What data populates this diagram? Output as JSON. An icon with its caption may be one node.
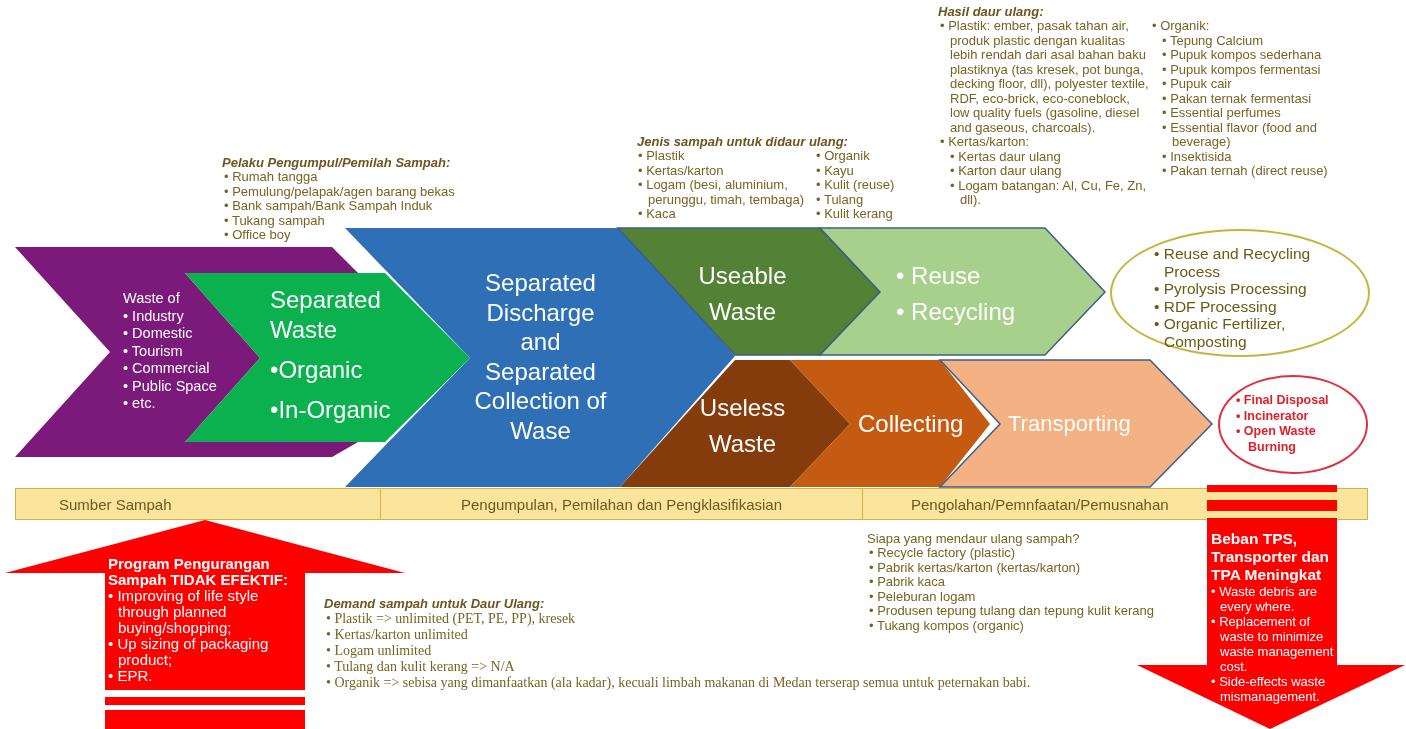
{
  "diagram": {
    "nodes": [
      {
        "text": [
          "Waste of",
          "• Industry",
          "• Domestic",
          "• Tourism",
          "• Commercial",
          "• Public Space",
          "• etc."
        ]
      },
      {
        "text": [
          "Separated Waste",
          "•Organic",
          "•In-Organic"
        ]
      },
      {
        "text": [
          "Separated Discharge and Separated Collection of Wase"
        ]
      },
      {
        "text": [
          "Useable Waste"
        ]
      },
      {
        "text": [
          "• Reuse",
          "• Recycling"
        ]
      },
      {
        "text": [
          "• Reuse and Recycling Process",
          "• Pyrolysis Processing",
          "• RDF Processing",
          "• Organic Fertilizer, Composting"
        ]
      },
      {
        "text": [
          "Useless Waste"
        ]
      },
      {
        "text": [
          "Collecting"
        ]
      },
      {
        "text": [
          "Transporting"
        ]
      },
      {
        "text": [
          "• Final Disposal",
          "• Incinerator",
          "• Open Waste Burning"
        ]
      },
      {
        "text": [
          "Program Pengurangan Sampah TIDAK EFEKTIF:",
          "• Improving of life style through planned buying/shopping;",
          "• Up sizing of packaging product;",
          "• EPR."
        ]
      },
      {
        "text": [
          "Beban TPS, Transporter dan TPA Meningkat",
          "• Waste debris are every where.",
          "• Replacement of waste to minimize waste management cost.",
          "• Side-effects waste mismanagement."
        ]
      }
    ],
    "labels": [
      "Pelaku Pengumpul/Pemilah Sampah:",
      "• Rumah tangga",
      "• Pemulung/pelapak/agen barang bekas",
      "• Bank sampah/Bank Sampah Induk",
      "• Tukang sampah",
      "• Office boy",
      "Jenis sampah untuk didaur ulang:",
      "• Plastik",
      "• Kertas/karton",
      "• Logam (besi, aluminium, perunggu, timah, tembaga)",
      "• Kaca",
      "• Organik",
      "• Kayu",
      "• Kulit (reuse)",
      "• Tulang",
      "• Kulit kerang",
      "Hasil daur ulang:",
      "• Plastik: ember, pasak tahan air, produk plastic dengan kualitas lebih rendah dari asal bahan baku plastiknya (tas kresek, pot bunga, decking floor, dll), polyester textile, RDF, eco-brick, eco-coneblock, low quality fuels (gasoline, diesel and gaseous, charcoals).",
      "• Kertas/karton:",
      "• Kertas daur ulang",
      "• Karton daur ulang",
      "• Logam batangan: Al, Cu, Fe, Zn, dll).",
      "• Organik:",
      "• Tepung Calcium",
      "• Pupuk kompos sederhana",
      "• Pupuk kompos fermentasi",
      "• Pupuk cair",
      "• Pakan ternak fermentasi",
      "• Essential perfumes",
      "• Essential flavor (food and beverage)",
      "• Insektisida",
      "• Pakan ternah (direct reuse)",
      "Sumber Sampah",
      "Pengumpulan, Pemilahan dan Pengklasifikasian",
      "Pengolahan/Pemnfaatan/Pemusnahan",
      "Siapa yang mendaur ulang sampah?",
      "• Recycle factory (plastic)",
      "• Pabrik kertas/karton (kertas/karton)",
      "• Pabrik kaca",
      "• Peleburan logam",
      "• Produsen tepung tulang dan tepung kulit kerang",
      "• Tukang kompos (organic)",
      "Demand sampah untuk Daur Ulang:",
      "• Plastik => unlimited (PET, PE, PP), kresek",
      "• Kertas/karton unlimited",
      "• Logam unlimited",
      "• Tulang dan kulit kerang => N/A",
      "• Organik => sebisa yang dimanfaatkan (ala kadar), kecuali limbah makanan di Medan terserap semua untuk peternakan babi."
    ]
  }
}
